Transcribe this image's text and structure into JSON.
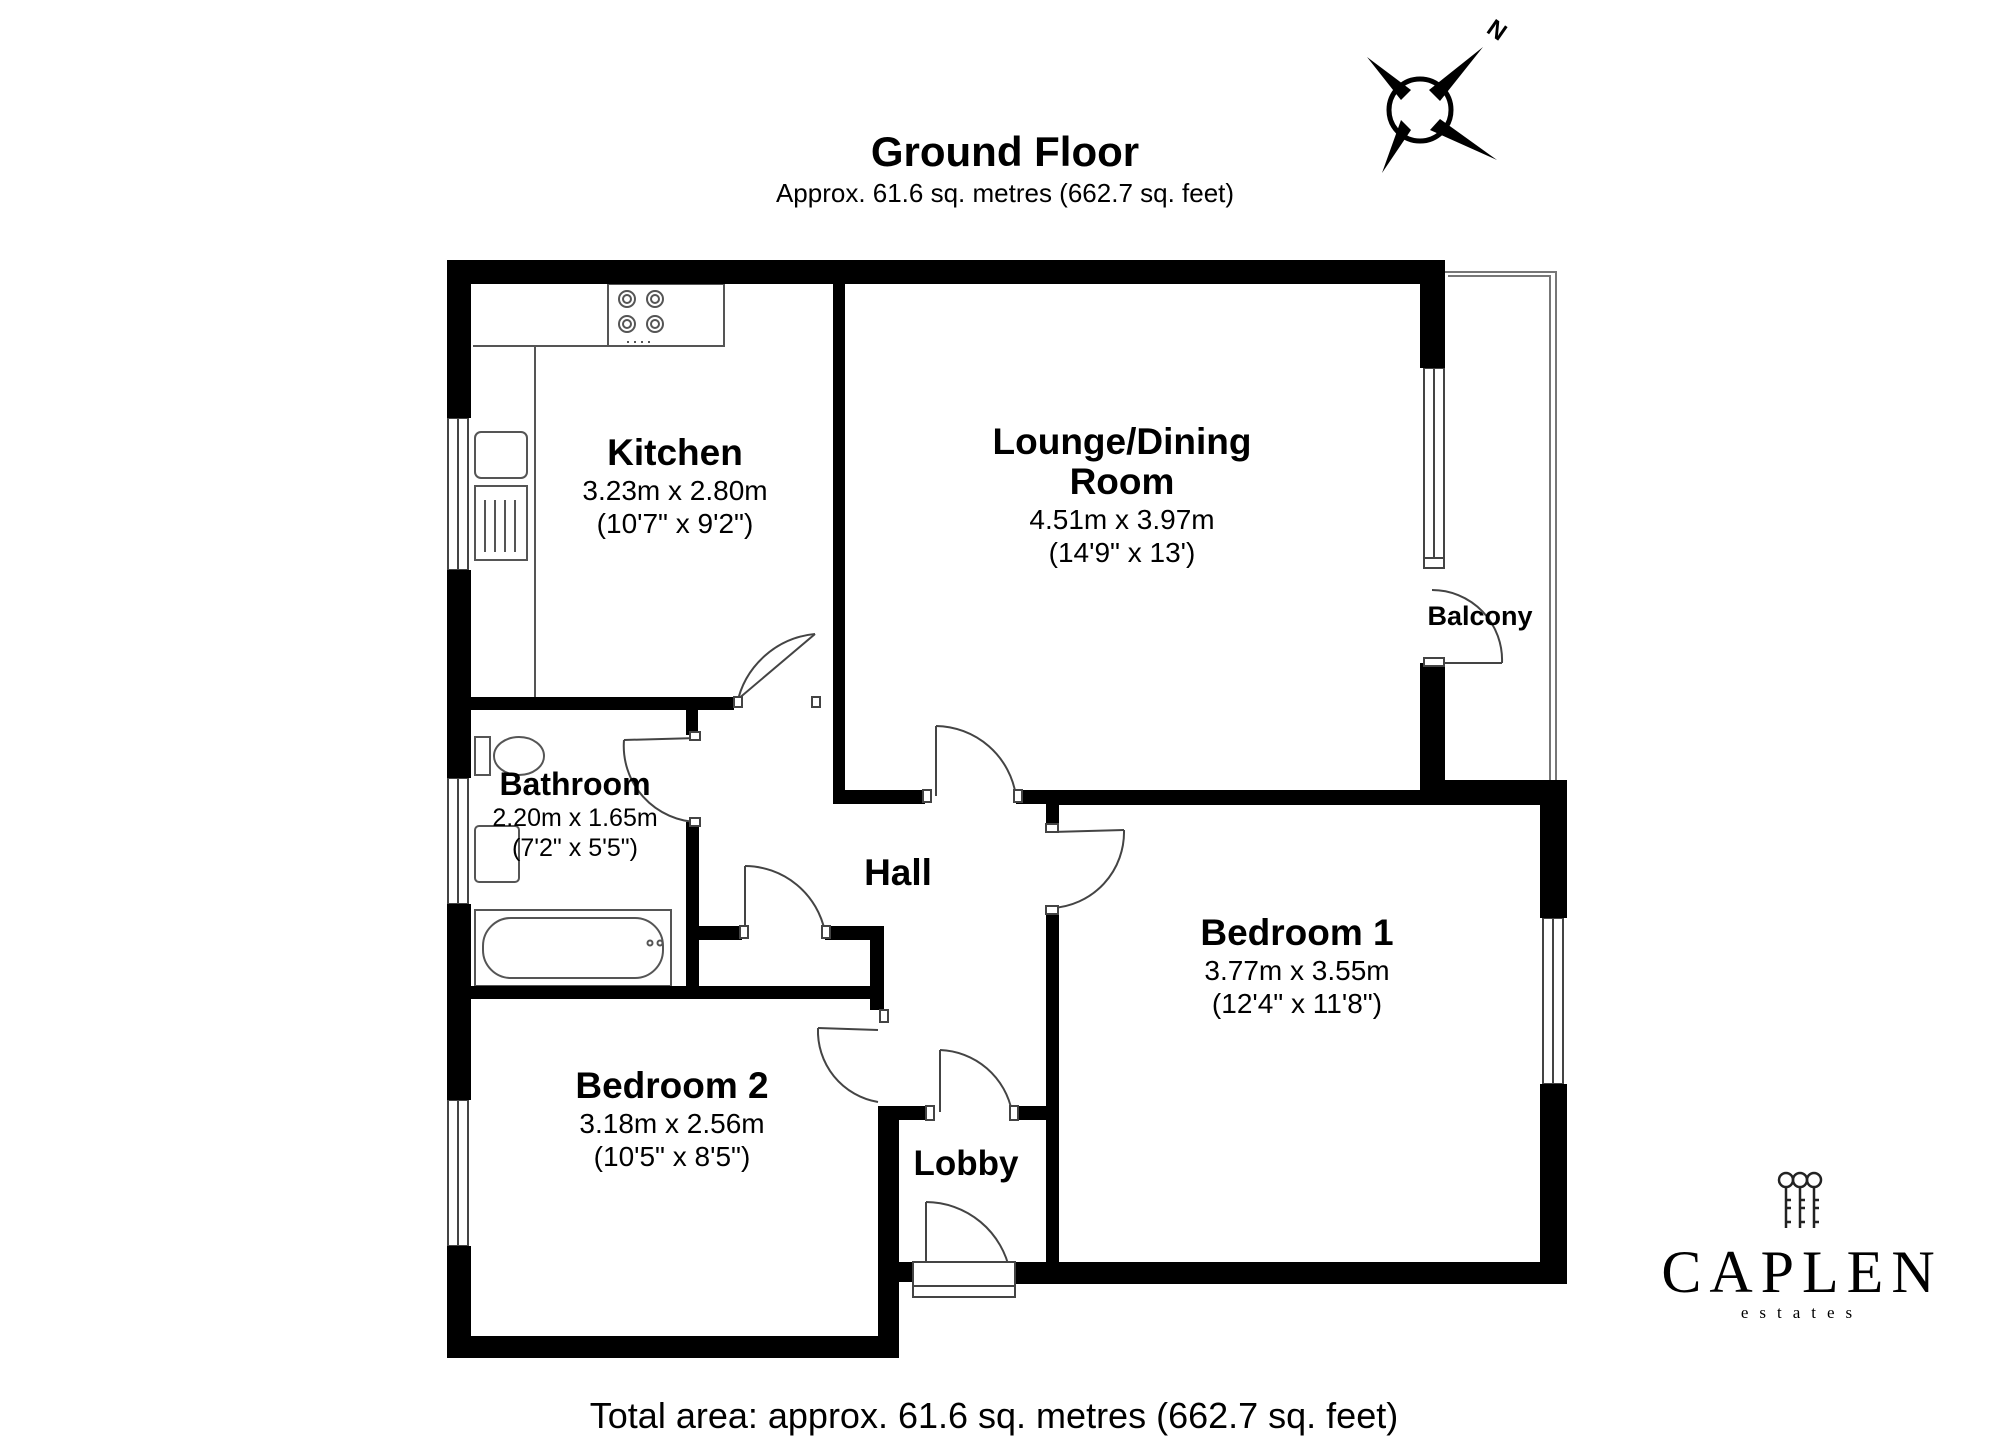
{
  "header": {
    "title": "Ground Floor",
    "subtitle": "Approx. 61.6 sq. metres (662.7 sq. feet)"
  },
  "compass": {
    "north_label": "N"
  },
  "rooms": {
    "kitchen": {
      "name": "Kitchen",
      "size_m": "3.23m x 2.80m",
      "size_ft": "(10'7\" x 9'2\")"
    },
    "lounge": {
      "name_line1": "Lounge/Dining",
      "name_line2": "Room",
      "size_m": "4.51m x 3.97m",
      "size_ft": "(14'9\" x 13')"
    },
    "balcony": {
      "name": "Balcony"
    },
    "bathroom": {
      "name": "Bathroom",
      "size_m": "2.20m x 1.65m",
      "size_ft": "(7'2\" x 5'5\")"
    },
    "hall": {
      "name": "Hall"
    },
    "bedroom1": {
      "name": "Bedroom 1",
      "size_m": "3.77m x 3.55m",
      "size_ft": "(12'4\" x 11'8\")"
    },
    "bedroom2": {
      "name": "Bedroom 2",
      "size_m": "3.18m x 2.56m",
      "size_ft": "(10'5\" x 8'5\")"
    },
    "lobby": {
      "name": "Lobby"
    }
  },
  "footer": {
    "total_area": "Total area: approx. 61.6 sq. metres (662.7 sq. feet)"
  },
  "brand": {
    "name": "CAPLEN",
    "tagline": "estates",
    "logo_icon": "three-keys-icon"
  },
  "colors": {
    "wall": "#000000",
    "background": "#ffffff",
    "fixture_line": "#555555"
  }
}
